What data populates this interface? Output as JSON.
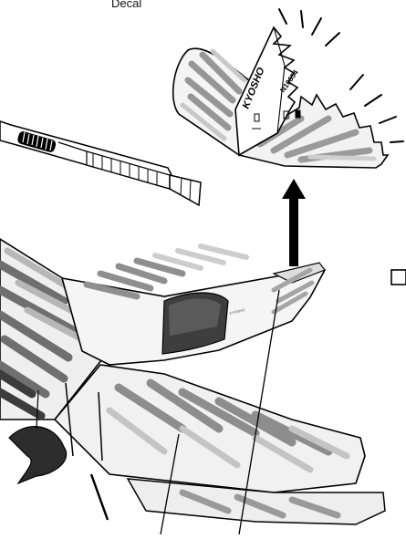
{
  "caption": {
    "decal": "Decal"
  },
  "tail": {
    "brand": "KYOSHO",
    "registration": "N10654"
  },
  "fuselage_small_text": "KYOSHO"
}
